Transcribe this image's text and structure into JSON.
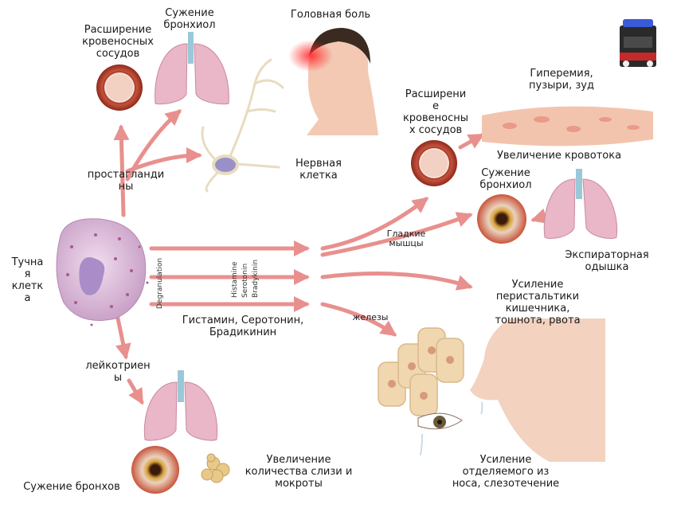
{
  "labels": {
    "vasodilation_top": "Расширение\nкровеносных\nсосудов",
    "bronchiole_top": "Сужение\nбронхиол",
    "headache": "Головная боль",
    "prostaglandins": "простагланди\nны",
    "nerve_cell": "Нервная\nклетка",
    "mast_cell": "Тучна\nя\nклетк\nа",
    "degranulation": "Degranulation",
    "histamine": "Histamine",
    "serotonin": "Serotonin",
    "bradykinin": "Bradykinin",
    "mediators": "Гистамин, Серотонин,\nБрадикинин",
    "leukotrienes": "лейкотриен\nы",
    "bronchi_narrowing": "Сужение бронхов",
    "mucus_increase": "Увеличение\nколичества слизи и\nмокроты",
    "vasodilation_right": "Расширени\nе\nкровеносны\nх сосудов",
    "hyperemia": "Гиперемия,\nпузыри, зуд",
    "blood_flow": "Увеличение кровотока",
    "bronchiole_right": "Сужение\nбронхиол",
    "smooth_muscles": "Гладкие\nмышцы",
    "expiratory_dyspnea": "Экспираторная\nодышка",
    "peristalsis": "Усиление\nперистальтики\nкишечника,\nтошнота, рвота",
    "glands": "железы",
    "secretion": "Усиление\nотделяемого из\nноса, слезотечение"
  },
  "colors": {
    "arrow": "#e8908e",
    "vessel_outer": "#b03a2a",
    "lung": "#e9b7c7",
    "mast_cell": "#d9b6d6",
    "nucleus": "#a98cc8",
    "skin": "#f3c9b3",
    "gland": "#f0d7b0"
  }
}
